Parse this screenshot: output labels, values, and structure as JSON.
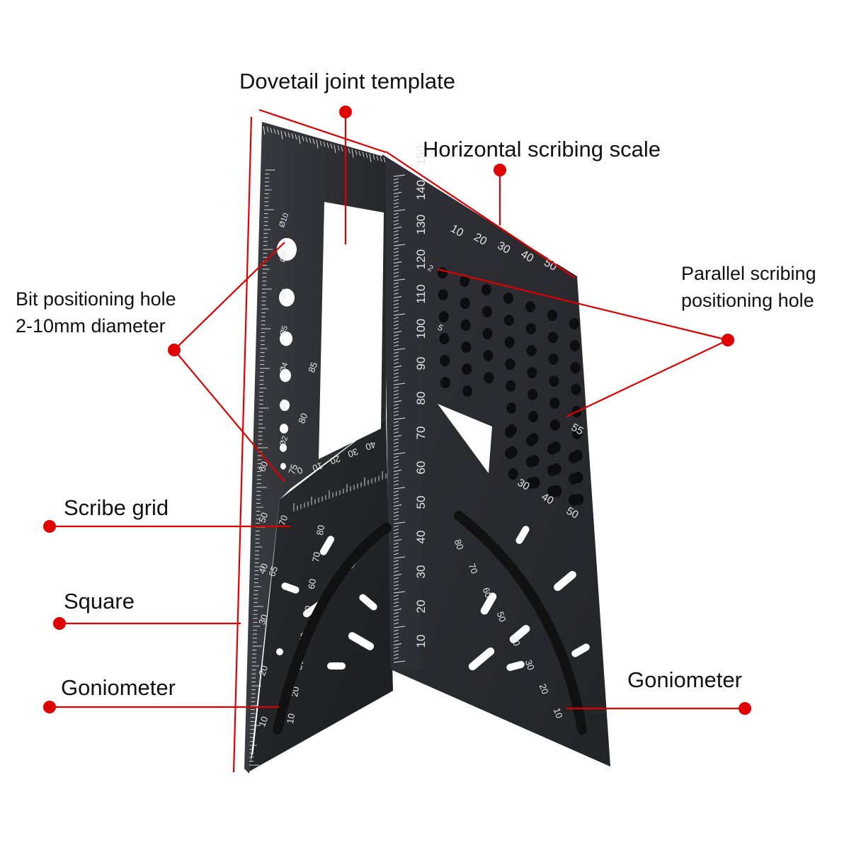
{
  "callouts": {
    "dovetail": "Dovetail joint template",
    "horizontal_scale": "Horizontal scribing scale",
    "parallel_line1": "Parallel scribing",
    "parallel_line2": "positioning hole",
    "bit_line1": "Bit positioning hole",
    "bit_line2": "2-10mm diameter",
    "scribe_grid": "Scribe grid",
    "square": "Square",
    "goniometer_left": "Goniometer",
    "goniometer_right": "Goniometer"
  },
  "colors": {
    "callout_red": "#e00000",
    "tool_body": "#2b2c30",
    "tool_dark": "#1e1f22",
    "engraving": "#e6e6e6"
  },
  "tool": {
    "vertical_scale": [
      "10",
      "20",
      "30",
      "40",
      "50",
      "60",
      "70",
      "80",
      "90",
      "100",
      "110",
      "120",
      "130",
      "140",
      "150"
    ],
    "grid_top_numbers": [
      "10",
      "20",
      "30",
      "40",
      "50"
    ],
    "grid_side_numbers": [
      "2",
      "5"
    ],
    "grid_bottom_numbers": [
      "30",
      "40",
      "50",
      "55"
    ],
    "left_side_numbers": [
      "10",
      "20",
      "30",
      "40",
      "50",
      "60",
      "65",
      "70",
      "75",
      "80",
      "85"
    ],
    "hole_sizes": [
      "Ø10",
      "Ø8",
      "Ø6",
      "Ø5",
      "Ø4",
      "Ø3",
      "Ø2"
    ],
    "inner_scale": [
      "0",
      "10",
      "20",
      "30",
      "40"
    ],
    "goniometer_right_numbers": [
      "80",
      "70",
      "60",
      "50",
      "40",
      "30",
      "20",
      "10"
    ],
    "goniometer_left_numbers": [
      "10",
      "20",
      "30",
      "40",
      "50",
      "60",
      "70",
      "80"
    ]
  }
}
